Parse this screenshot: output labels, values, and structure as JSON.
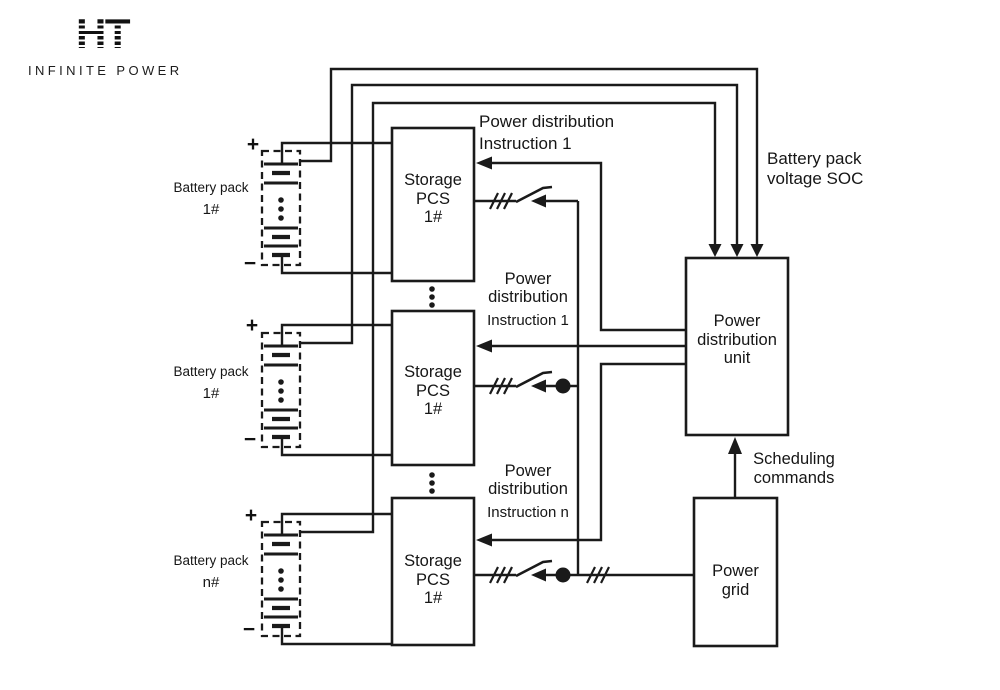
{
  "logo": {
    "monogram": "HT",
    "tagline": "INFINITE POWER"
  },
  "battery_packs": [
    {
      "name": "Battery pack",
      "number": "1#",
      "plus": "+",
      "minus": "−"
    },
    {
      "name": "Battery pack",
      "number": "1#",
      "plus": "+",
      "minus": "−"
    },
    {
      "name": "Battery pack",
      "number": "n#",
      "plus": "+",
      "minus": "−"
    }
  ],
  "pcs_units": [
    {
      "line1": "Storage",
      "line2": "PCS",
      "line3": "1#"
    },
    {
      "line1": "Storage",
      "line2": "PCS",
      "line3": "1#"
    },
    {
      "line1": "Storage",
      "line2": "PCS",
      "line3": "1#"
    }
  ],
  "pdu": {
    "line1": "Power",
    "line2": "distribution",
    "line3": "unit"
  },
  "power_grid": {
    "line1": "Power",
    "line2": "grid"
  },
  "annotations": {
    "instruction_top": {
      "line1": "Power distribution",
      "line2": "Instruction 1"
    },
    "instruction_mid": {
      "line1": "Power",
      "line2": "distribution",
      "line3": "Instruction 1"
    },
    "instruction_bottom": {
      "line1": "Power",
      "line2": "distribution",
      "line3": "Instruction n"
    },
    "battery_soc": {
      "line1": "Battery pack",
      "line2": "voltage SOC"
    },
    "scheduling": {
      "line1": "Scheduling",
      "line2": "commands"
    }
  },
  "colors": {
    "ink": "#1a1a1a",
    "background": "#ffffff"
  }
}
